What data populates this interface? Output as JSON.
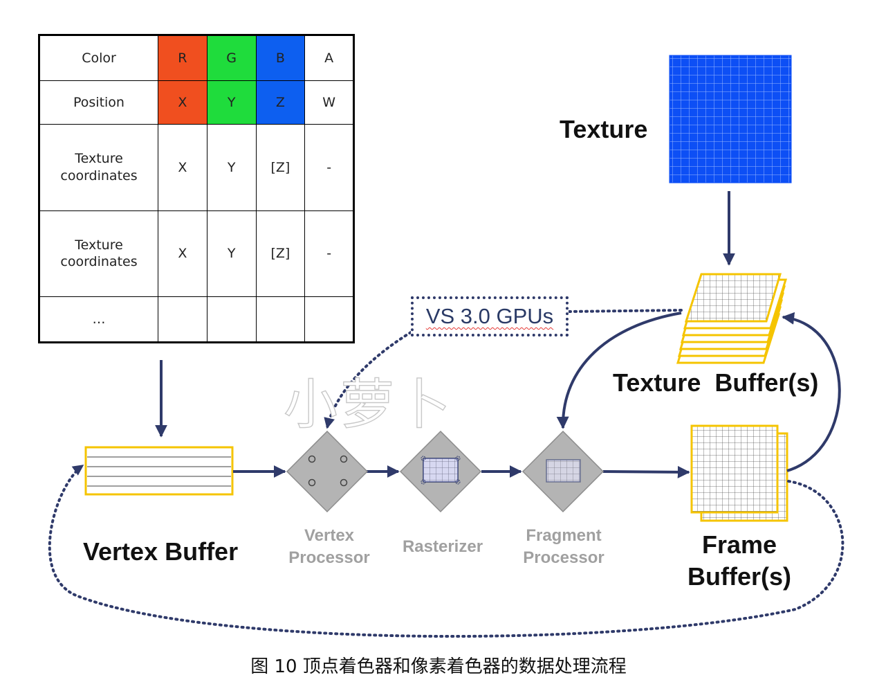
{
  "table": {
    "rows": [
      {
        "label": "Color",
        "cells": [
          "R",
          "G",
          "B",
          "A"
        ],
        "colored": true
      },
      {
        "label": "Position",
        "cells": [
          "X",
          "Y",
          "Z",
          "W"
        ],
        "colored": true
      },
      {
        "label": "Texture\ncoordinates",
        "cells": [
          "X",
          "Y",
          "[Z]",
          "-"
        ],
        "colored": false
      },
      {
        "label": "Texture\ncoordinates",
        "cells": [
          "X",
          "Y",
          "[Z]",
          "-"
        ],
        "colored": false
      },
      {
        "label": "…",
        "cells": [
          "",
          "",
          "",
          ""
        ],
        "colored": false
      }
    ],
    "cell_colors": [
      "#f04f1f",
      "#1fdc3c",
      "#0d5ff0"
    ]
  },
  "labels": {
    "texture": "Texture",
    "texture_buffer": "Texture  Buffer(s)",
    "vertex_buffer": "Vertex Buffer",
    "frame_buffer_line1": "Frame",
    "frame_buffer_line2": "Buffer(s)",
    "vertex_processor_line1": "Vertex",
    "vertex_processor_line2": "Processor",
    "rasterizer": "Rasterizer",
    "fragment_processor_line1": "Fragment",
    "fragment_processor_line2": "Processor",
    "vs_note": "VS 3.0 GPUs"
  },
  "watermark": "小萝卜",
  "caption": "图 10 顶点着色器和像素着色器的数据处理流程",
  "colors": {
    "arrow": "#2f3a6a",
    "buffer_border": "#f5c400",
    "texture_blue": "#0d4ff5",
    "processor_grey": "#b4b4b4",
    "label_grey": "#a0a0a0"
  }
}
